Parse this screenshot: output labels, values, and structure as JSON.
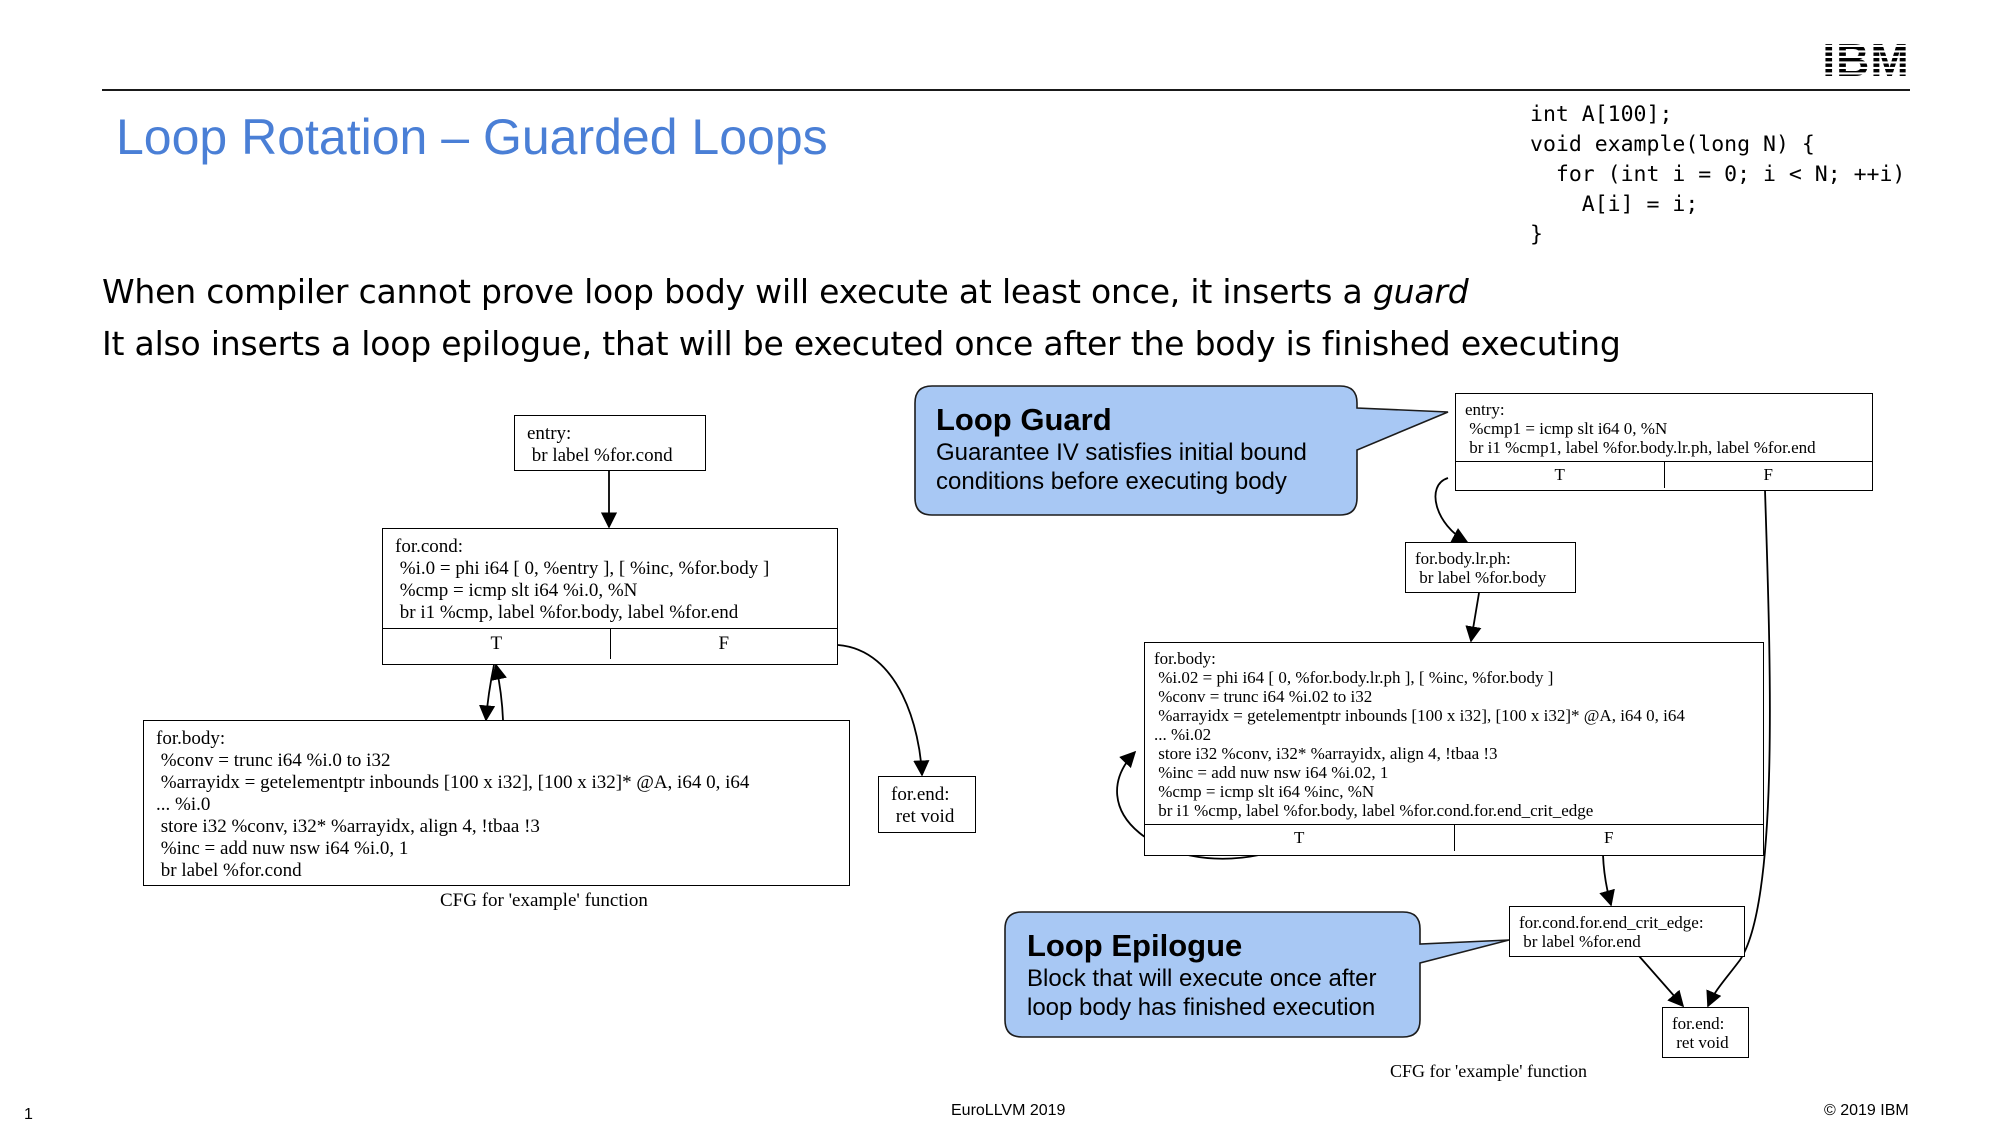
{
  "header": {
    "title": "Loop Rotation – Guarded Loops",
    "logo_text": "IBM"
  },
  "code_lines": [
    "int A[100];",
    "void example(long N) {",
    "  for (int i = 0; i < N; ++i)",
    "    A[i] = i;",
    "}"
  ],
  "intro": {
    "line1_prefix": "When compiler cannot prove loop body will execute at least once, it inserts a ",
    "line1_emph": "guard",
    "line2": "It also inserts a loop epilogue, that will be executed once after the body is finished executing"
  },
  "left_cfg": {
    "entry": "entry:\n br label %for.cond",
    "for_cond": "for.cond:\n %i.0 = phi i64 [ 0, %entry ], [ %inc, %for.body ]\n %cmp = icmp slt i64 %i.0, %N\n br i1 %cmp, label %for.body, label %for.end",
    "for_body": "for.body:\n %conv = trunc i64 %i.0 to i32\n %arrayidx = getelementptr inbounds [100 x i32], [100 x i32]* @A, i64 0, i64\n... %i.0\n store i32 %conv, i32* %arrayidx, align 4, !tbaa !3\n %inc = add nuw nsw i64 %i.0, 1\n br label %for.cond",
    "for_end": "for.end:\n ret void",
    "true_label": "T",
    "false_label": "F",
    "caption": "CFG for 'example' function"
  },
  "right_cfg": {
    "entry": "entry:\n %cmp1 = icmp slt i64 0, %N\n br i1 %cmp1, label %for.body.lr.ph, label %for.end",
    "lr_ph": "for.body.lr.ph:\n br label %for.body",
    "for_body": "for.body:\n %i.02 = phi i64 [ 0, %for.body.lr.ph ], [ %inc, %for.body ]\n %conv = trunc i64 %i.02 to i32\n %arrayidx = getelementptr inbounds [100 x i32], [100 x i32]* @A, i64 0, i64\n... %i.02\n store i32 %conv, i32* %arrayidx, align 4, !tbaa !3\n %inc = add nuw nsw i64 %i.02, 1\n %cmp = icmp slt i64 %inc, %N\n br i1 %cmp, label %for.body, label %for.cond.for.end_crit_edge",
    "crit_edge": "for.cond.for.end_crit_edge:\n br label %for.end",
    "for_end": "for.end:\n ret void",
    "true_label": "T",
    "false_label": "F",
    "caption": "CFG for 'example' function"
  },
  "callouts": {
    "guard": {
      "title": "Loop Guard",
      "text": "Guarantee IV satisfies initial bound conditions before executing body"
    },
    "epilogue": {
      "title": "Loop Epilogue",
      "text": "Block that will execute once after loop body has finished execution"
    }
  },
  "footer": {
    "page_number": "1",
    "event": "EuroLLVM 2019",
    "copyright": "© 2019 IBM"
  },
  "colors": {
    "title": "#4a7fd6",
    "callout_fill": "#a8c8f4",
    "callout_border": "#1c1c1c"
  }
}
